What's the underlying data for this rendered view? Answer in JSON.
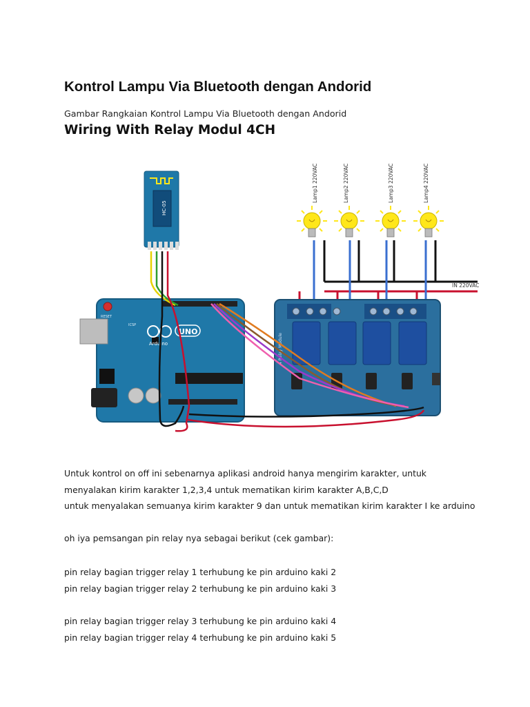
{
  "document": {
    "title": "Kontrol Lampu Via Bluetooth dengan Andorid",
    "caption": "Gambar Rangkaian Kontrol Lampu Via Bluetooth dengan Andorid",
    "subtitle": "Wiring With Relay Modul 4CH"
  },
  "diagram": {
    "lamps": [
      "Lamp1 220VAC",
      "Lamp2 220VAC",
      "Lamp3 220VAC",
      "Lamp4 220VAC"
    ],
    "mains_label": "IN 220VAC",
    "bt_module_label": "HC-05",
    "arduino_brand": "Arduino",
    "arduino_model": "UNO",
    "reset_label": "RESET",
    "icsp_label": "ICSP",
    "relay_board_label": "4 Relay Module",
    "colors": {
      "board_blue": "#1f78a8",
      "relay_board": "#2b6f9e",
      "relay_body": "#1e4fa0",
      "wire_red": "#c8102e",
      "wire_black": "#111111",
      "wire_blue": "#3a6fd0",
      "wire_yellow": "#e6d200",
      "wire_green": "#2e9d2e",
      "wire_orange": "#e07b20",
      "wire_brown": "#8b5a2b",
      "wire_purple": "#9b39c9",
      "wire_pink": "#ef5fae",
      "lamp_yellow": "#ffe71a"
    }
  },
  "body_text": {
    "line1": "Untuk kontrol on off ini sebenarnya aplikasi android hanya mengirim karakter, untuk",
    "line2": "menyalakan kirim karakter 1,2,3,4 untuk mematikan kirim karakter A,B,C,D",
    "line3": "untuk menyalakan semuanya kirim karakter 9 dan untuk mematikan kirim karakter I ke arduino",
    "line4": "oh iya pemsangan pin relay nya sebagai berikut (cek gambar):",
    "line5": "pin relay bagian trigger relay 1 terhubung ke pin arduino kaki 2",
    "line6": "pin relay bagian trigger relay 2 terhubung ke pin arduino kaki 3",
    "line7": "pin relay bagian trigger relay 3 terhubung ke pin arduino kaki 4",
    "line8": "pin relay bagian trigger relay 4 terhubung ke pin arduino kaki 5"
  }
}
